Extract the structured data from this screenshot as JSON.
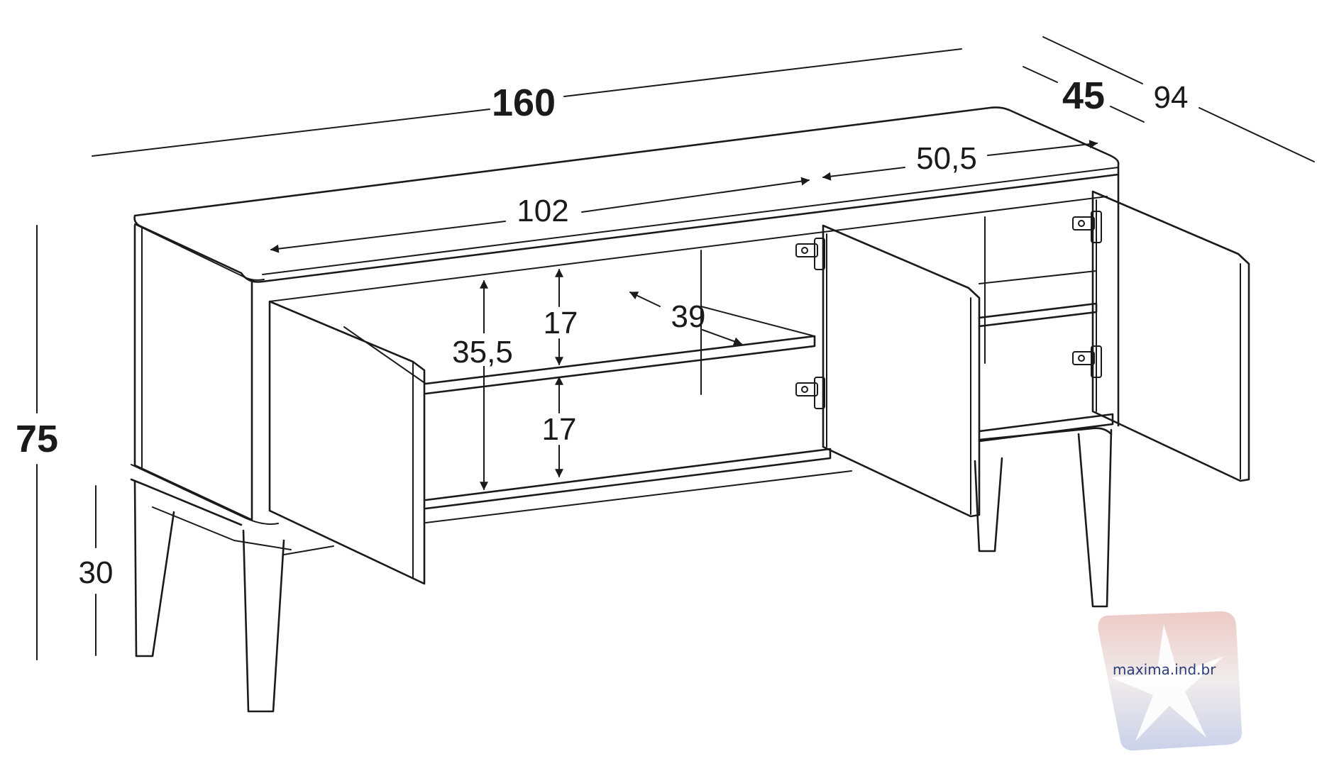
{
  "dimensions": {
    "total_width": "160",
    "depth": "45",
    "depth_open": "94",
    "total_height": "75",
    "leg_height": "30",
    "left_compartment_width": "102",
    "right_compartment_width": "50,5",
    "shelf_depth": "39",
    "inner_height": "35,5",
    "upper_clearance": "17",
    "lower_clearance": "17"
  },
  "watermark": {
    "text": "maxima.ind.br"
  },
  "colors": {
    "line": "#1a1a1a",
    "watermark_red": "#d9534f",
    "watermark_blue": "#5a6fb0"
  }
}
